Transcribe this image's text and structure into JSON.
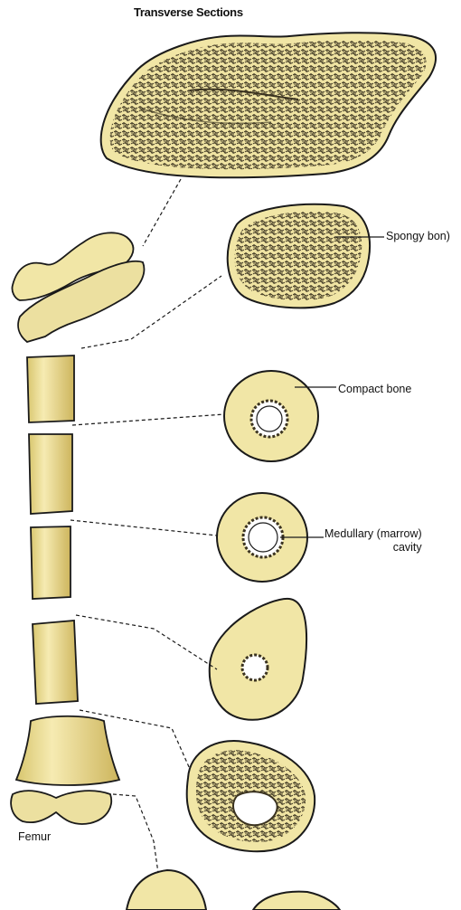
{
  "title": "Transverse Sections",
  "labels": {
    "spongy": "Spongy bon)",
    "compact": "Compact bone",
    "medullary_line1": "Medullary (marrow)",
    "medullary_line2": "cavity",
    "femur": "Femur"
  },
  "colors": {
    "bone_fill": "#f1e6a6",
    "bone_shade": "#c9b25a",
    "outline": "#1a1a1a",
    "spongy_texture": "#3b3320",
    "cavity": "#ffffff"
  }
}
